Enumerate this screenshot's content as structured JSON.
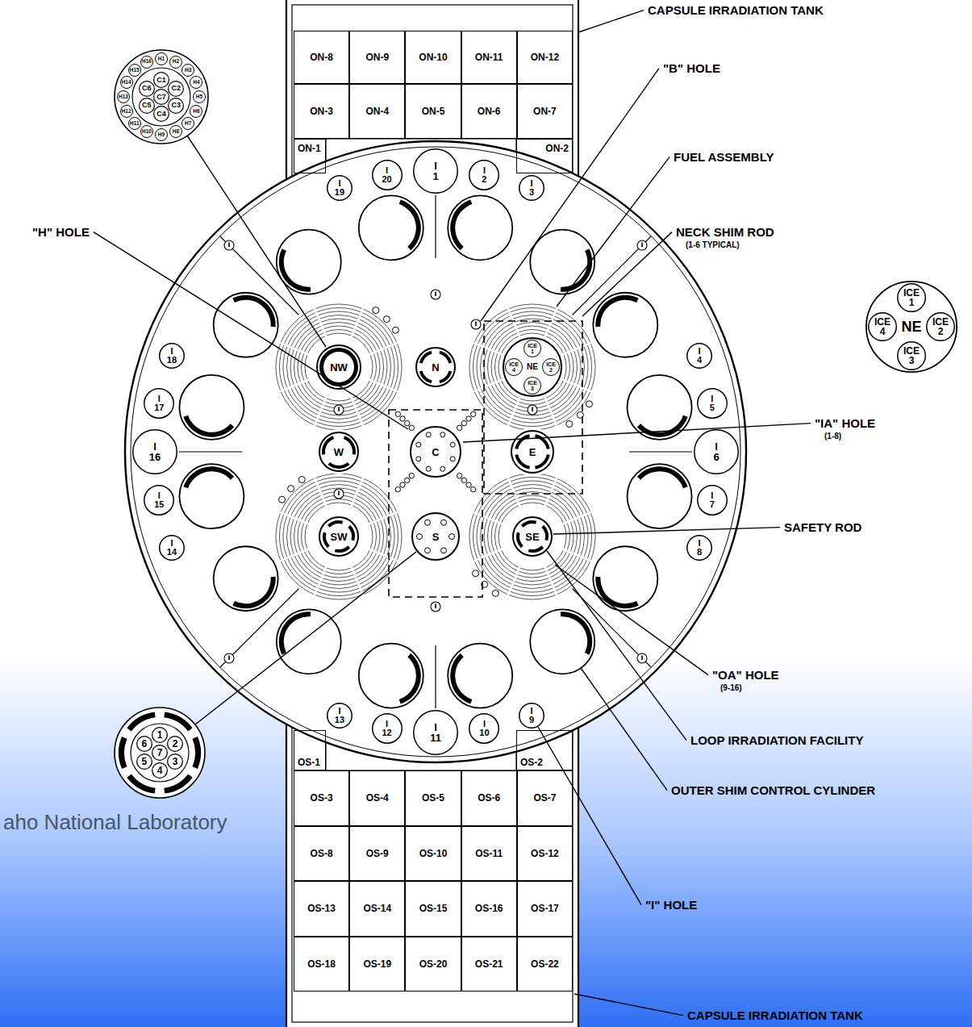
{
  "diagram": {
    "nodes": [
      {
        "text": [
          "ON-8"
        ]
      },
      {
        "text": [
          "ON-9"
        ]
      },
      {
        "text": [
          "ON-10"
        ]
      },
      {
        "text": [
          "ON-11"
        ]
      },
      {
        "text": [
          "ON-12"
        ]
      },
      {
        "text": [
          "ON-3"
        ]
      },
      {
        "text": [
          "ON-4"
        ]
      },
      {
        "text": [
          "ON-5"
        ]
      },
      {
        "text": [
          "ON-6"
        ]
      },
      {
        "text": [
          "ON-7"
        ]
      },
      {
        "text": [
          "ON-1"
        ]
      },
      {
        "text": [
          "ON-2"
        ]
      },
      {
        "text": [
          "H1"
        ]
      },
      {
        "text": [
          "H2"
        ]
      },
      {
        "text": [
          "H3"
        ]
      },
      {
        "text": [
          "H4"
        ]
      },
      {
        "text": [
          "H5"
        ]
      },
      {
        "text": [
          "H6"
        ]
      },
      {
        "text": [
          "H7"
        ]
      },
      {
        "text": [
          "H8"
        ]
      },
      {
        "text": [
          "H9"
        ]
      },
      {
        "text": [
          "H10"
        ]
      },
      {
        "text": [
          "H11"
        ]
      },
      {
        "text": [
          "H12"
        ]
      },
      {
        "text": [
          "H13"
        ]
      },
      {
        "text": [
          "H14"
        ]
      },
      {
        "text": [
          "H15"
        ]
      },
      {
        "text": [
          "H16"
        ]
      },
      {
        "text": [
          "C1"
        ]
      },
      {
        "text": [
          "C2"
        ]
      },
      {
        "text": [
          "C3"
        ]
      },
      {
        "text": [
          "C4"
        ]
      },
      {
        "text": [
          "C5"
        ]
      },
      {
        "text": [
          "C6"
        ]
      },
      {
        "text": [
          "C7"
        ]
      },
      {
        "text": [
          "I",
          "19"
        ]
      },
      {
        "text": [
          "I",
          "20"
        ]
      },
      {
        "text": [
          "I",
          "1"
        ]
      },
      {
        "text": [
          "I",
          "2"
        ]
      },
      {
        "text": [
          "I",
          "3"
        ]
      },
      {
        "text": [
          "NE"
        ]
      },
      {
        "text": [
          "ICE 1"
        ],
        "in": 40
      },
      {
        "text": [
          "ICE 2"
        ],
        "in": 40
      },
      {
        "text": [
          "ICE 3"
        ],
        "in": 40
      },
      {
        "text": [
          "ICE 4"
        ],
        "in": 40
      },
      {
        "text": [
          "I",
          "18"
        ]
      },
      {
        "text": [
          "I",
          "4"
        ]
      },
      {
        "text": [
          "NW"
        ]
      },
      {
        "text": [
          "N"
        ]
      },
      {
        "text": [
          "NE"
        ]
      },
      {
        "text": [
          "ICE 1"
        ],
        "in": 49
      },
      {
        "text": [
          "ICE 2"
        ],
        "in": 49
      },
      {
        "text": [
          "ICE 3"
        ],
        "in": 49
      },
      {
        "text": [
          "ICE 4"
        ],
        "in": 49
      },
      {
        "text": [
          "I",
          "17"
        ]
      },
      {
        "text": [
          "I",
          "5"
        ]
      },
      {
        "text": [
          "W"
        ]
      },
      {
        "text": [
          "C"
        ]
      },
      {
        "text": [
          "E"
        ]
      },
      {
        "text": [
          "I",
          "16"
        ]
      },
      {
        "text": [
          "I",
          "6"
        ]
      },
      {
        "text": [
          "I",
          "15"
        ]
      },
      {
        "text": [
          "I",
          "7"
        ]
      },
      {
        "text": [
          "SW"
        ]
      },
      {
        "text": [
          "S"
        ]
      },
      {
        "text": [
          "SE"
        ]
      },
      {
        "text": [
          "I",
          "14"
        ]
      },
      {
        "text": [
          "I",
          "8"
        ]
      },
      {
        "text": [
          "I",
          "13"
        ]
      },
      {
        "text": [
          "I",
          "12"
        ]
      },
      {
        "text": [
          "I",
          "11"
        ]
      },
      {
        "text": [
          "I",
          "10"
        ]
      },
      {
        "text": [
          "I",
          "9"
        ]
      },
      {
        "text": [
          "OS-1"
        ]
      },
      {
        "text": [
          "OS-2"
        ]
      },
      {
        "text": [
          "OS-3"
        ]
      },
      {
        "text": [
          "OS-4"
        ]
      },
      {
        "text": [
          "OS-5"
        ]
      },
      {
        "text": [
          "OS-6"
        ]
      },
      {
        "text": [
          "OS-7"
        ]
      },
      {
        "text": [
          "OS-8"
        ]
      },
      {
        "text": [
          "OS-9"
        ]
      },
      {
        "text": [
          "OS-10"
        ]
      },
      {
        "text": [
          "OS-11"
        ]
      },
      {
        "text": [
          "OS-12"
        ]
      },
      {
        "text": [
          "OS-13"
        ]
      },
      {
        "text": [
          "OS-14"
        ]
      },
      {
        "text": [
          "OS-15"
        ]
      },
      {
        "text": [
          "OS-16"
        ]
      },
      {
        "text": [
          "OS-17"
        ]
      },
      {
        "text": [
          "OS-18"
        ]
      },
      {
        "text": [
          "OS-19"
        ]
      },
      {
        "text": [
          "OS-20"
        ]
      },
      {
        "text": [
          "OS-21"
        ]
      },
      {
        "text": [
          "OS-22"
        ]
      },
      {
        "text": [
          "1"
        ]
      },
      {
        "text": [
          "2"
        ]
      },
      {
        "text": [
          "3"
        ]
      },
      {
        "text": [
          "4"
        ]
      },
      {
        "text": [
          "5"
        ]
      },
      {
        "text": [
          "6"
        ]
      },
      {
        "text": [
          "7"
        ]
      }
    ],
    "labels": [
      "CAPSULE IRRADIATION TANK",
      "\"B\" HOLE",
      "FUEL ASSEMBLY",
      "NECK SHIM ROD",
      "(1-6 TYPICAL)",
      "\"H\" HOLE",
      "\"IA\" HOLE",
      "(1-8)",
      "SAFETY ROD",
      "\"OA\" HOLE",
      "(9-16)",
      "LOOP IRRADIATION FACILITY",
      "OUTER SHIM CONTROL CYLINDER",
      "\"I\" HOLE",
      "CAPSULE IRRADIATION TANK",
      "aho National Laboratory"
    ]
  }
}
